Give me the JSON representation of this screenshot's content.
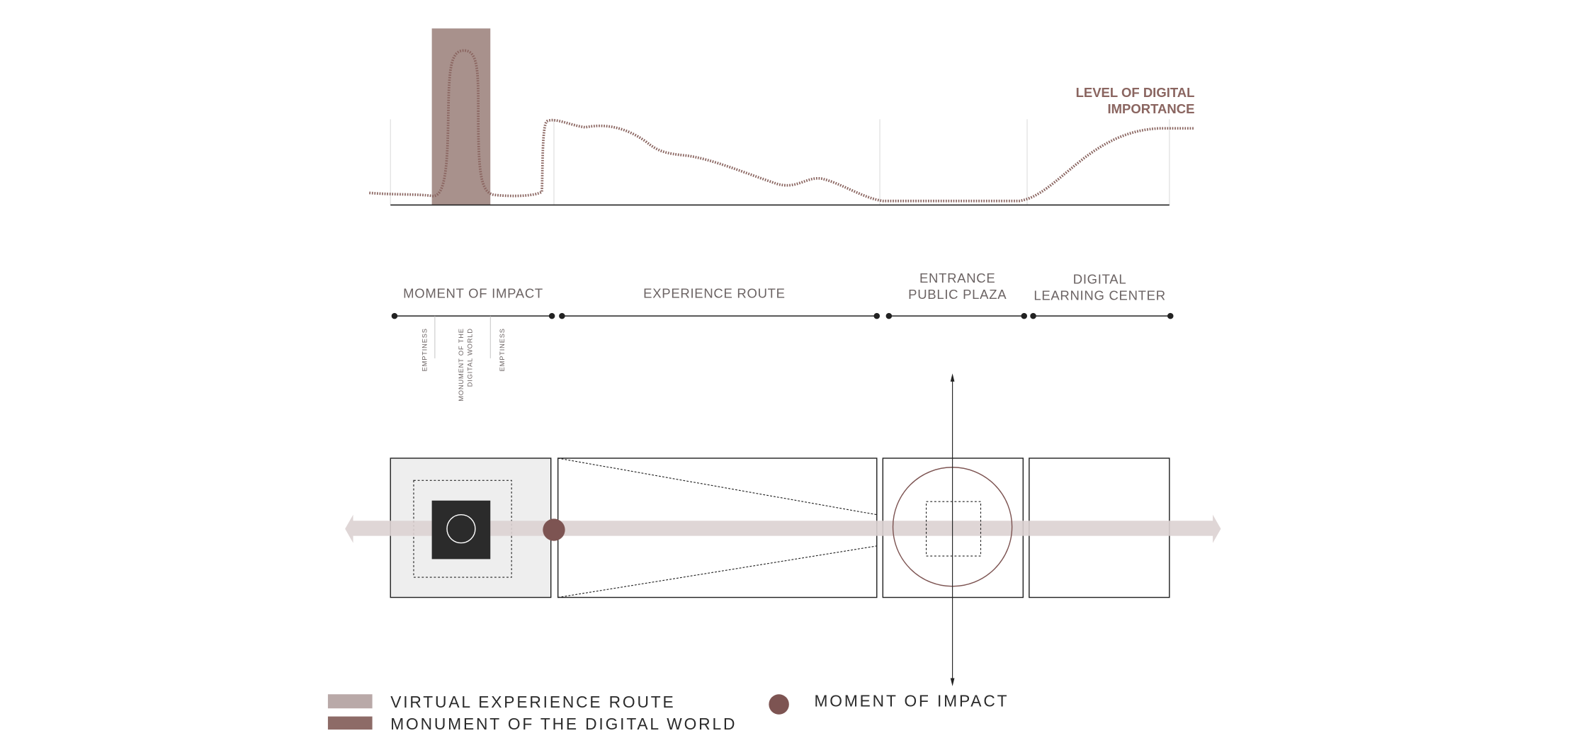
{
  "graph": {
    "title_line1": "LEVEL OF DIGITAL",
    "title_line2": "IMPORTANCE"
  },
  "segments": [
    {
      "label": "MOMENT OF IMPACT"
    },
    {
      "label": "EXPERIENCE ROUTE"
    },
    {
      "label_line1": "ENTRANCE",
      "label_line2": "PUBLIC PLAZA"
    },
    {
      "label_line1": "DIGITAL",
      "label_line2": "LEARNING CENTER"
    }
  ],
  "sub_labels": {
    "emptiness_left": "EMPTINESS",
    "monument_line1": "MONUMENT OF THE",
    "monument_line2": "DIGITAL WORLD",
    "emptiness_right": "EMPTINESS"
  },
  "legend": {
    "route": "VIRTUAL EXPERIENCE ROUTE",
    "monument": "MONUMENT OF THE DIGITAL WORLD",
    "impact": "MOMENT OF IMPACT"
  },
  "colors": {
    "route": "#b9a9a8",
    "monument": "#8d6b67",
    "impact": "#7d5452",
    "curve": "#8a6560",
    "band": "#dcd1d1"
  }
}
